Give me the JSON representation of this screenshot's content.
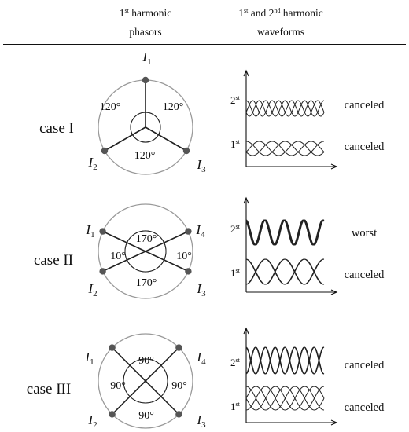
{
  "header": {
    "col1_main": "1",
    "col1_sup": "st",
    "col1_tail": " harmonic",
    "col1_line2": "phasors",
    "col2_a": "1",
    "col2_a_sup": "st",
    "col2_b": " and 2",
    "col2_b_sup": "nd",
    "col2_tail": " harmonic",
    "col2_line2": "waveforms"
  },
  "ord_labels": {
    "second": "2",
    "second_sup": "st",
    "first": "1",
    "first_sup": "st"
  },
  "current_letter": "I",
  "cases": [
    {
      "label": "case I",
      "phasor_labels": [
        "1",
        "2",
        "3"
      ],
      "angle_labels": [
        "120°",
        "120°",
        "120°"
      ],
      "results": [
        "canceled",
        "canceled"
      ],
      "phasor_angles_deg": [
        90,
        210,
        330
      ],
      "h2_phases_deg": [
        0,
        120,
        240
      ],
      "h1_phases_deg": [
        0,
        120,
        240
      ]
    },
    {
      "label": "case II",
      "phasor_labels": [
        "1",
        "4",
        "2",
        "3"
      ],
      "angle_labels": [
        "170°",
        "10°",
        "10°",
        "170°"
      ],
      "results": [
        "worst",
        "canceled"
      ],
      "phasor_angles_deg": [
        155,
        25,
        205,
        335
      ],
      "h2_phases_deg": [
        0,
        10,
        20,
        30
      ],
      "h1_phases_deg": [
        0,
        5,
        180,
        185
      ]
    },
    {
      "label": "case III",
      "phasor_labels": [
        "1",
        "4",
        "2",
        "3"
      ],
      "angle_labels": [
        "90°",
        "90°",
        "90°",
        "90°"
      ],
      "results": [
        "canceled",
        "canceled"
      ],
      "phasor_angles_deg": [
        135,
        45,
        225,
        315
      ],
      "h2_phases_deg": [
        0,
        10,
        180,
        190
      ],
      "h1_phases_deg": [
        0,
        90,
        180,
        270
      ]
    }
  ]
}
